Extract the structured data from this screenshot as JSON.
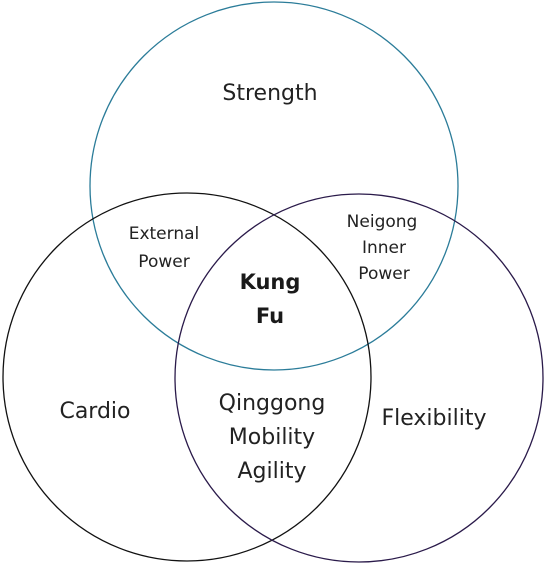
{
  "diagram": {
    "type": "venn",
    "sets": [
      {
        "key": "top",
        "label": "Strength",
        "color": "#2b7c99"
      },
      {
        "key": "left",
        "label": "Cardio",
        "color": "#111111"
      },
      {
        "key": "right",
        "label": "Flexibility",
        "color": "#2a1a4a"
      }
    ],
    "overlaps": {
      "top_left": [
        "External",
        "Power"
      ],
      "top_right": [
        "Neigong",
        "Inner",
        "Power"
      ],
      "left_right": [
        "Qinggong",
        "Mobility",
        "Agility"
      ],
      "center": [
        "Kung",
        "Fu"
      ]
    }
  }
}
